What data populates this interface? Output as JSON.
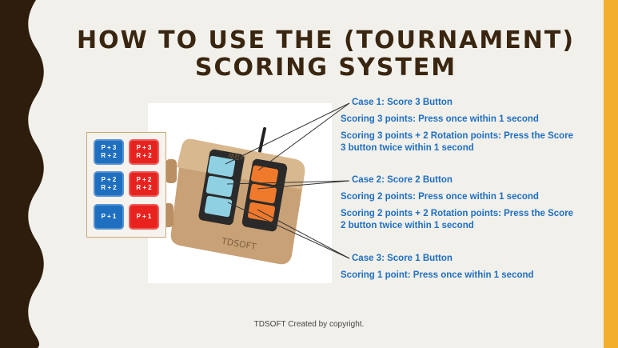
{
  "slide": {
    "title_line1": "HOW TO USE THE (TOURNAMENT)",
    "title_line2": "SCORING SYSTEM",
    "footer": "TDSOFT Created by copyright.",
    "colors": {
      "accent_gold": "#f3ae2b",
      "wave_brown": "#2e1c0c",
      "text_blue": "#1f6fc0",
      "key_blue": "#1f6fc0",
      "key_red": "#e8231f"
    }
  },
  "keypad": {
    "blue_keys": [
      {
        "line1": "P + 3",
        "line2": "R + 2"
      },
      {
        "line1": "P + 2",
        "line2": "R + 2"
      },
      {
        "line1": "P + 1",
        "line2": ""
      }
    ],
    "red_keys": [
      {
        "line1": "P + 3",
        "line2": "R + 2"
      },
      {
        "line1": "P + 2",
        "line2": "R + 2"
      },
      {
        "line1": "P + 1",
        "line2": ""
      }
    ]
  },
  "device": {
    "brand_label": "TDSOFT",
    "korean_label": "채점기"
  },
  "cases": [
    {
      "heading": "Case 1: Score 3 Button",
      "line_a": "Scoring 3 points: Press once within 1 second",
      "line_b": "Scoring 3 points + 2 Rotation points: Press the Score 3 button twice within 1 second"
    },
    {
      "heading": "Case 2: Score 2 Button",
      "line_a": "Scoring 2 points: Press once within 1 second",
      "line_b": "Scoring 2 points + 2 Rotation points: Press the Score 2 button twice within 1 second"
    },
    {
      "heading": "Case 3: Score 1 Button",
      "line_a": "Scoring 1 point: Press once within 1 second",
      "line_b": ""
    }
  ]
}
